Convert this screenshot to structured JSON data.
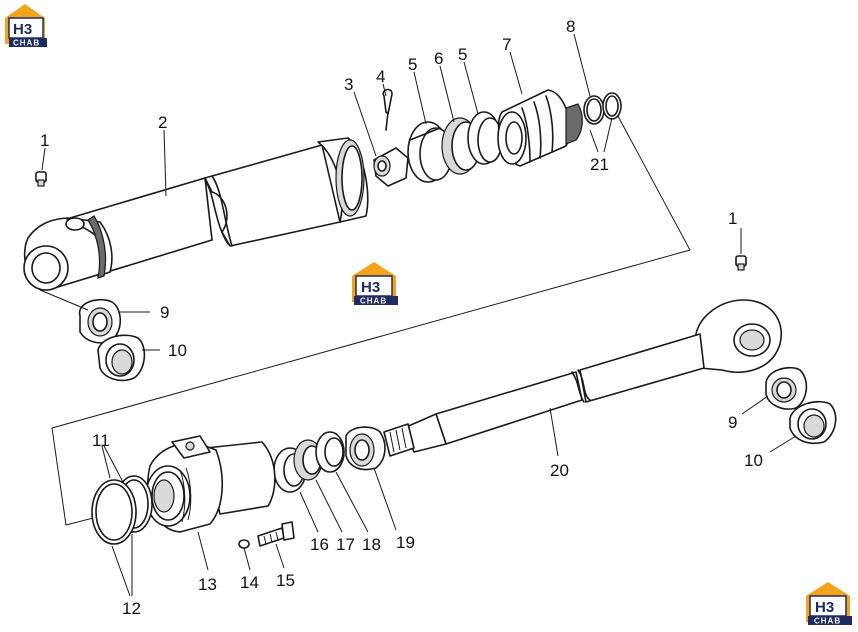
{
  "logo": {
    "mark": "H3",
    "word": "CHAB",
    "house_color": "#f2a41c",
    "text_color": "#1f2b63"
  },
  "callouts": {
    "c1a": "1",
    "c2": "2",
    "c3": "3",
    "c4": "4",
    "c5a": "5",
    "c6": "6",
    "c5b": "5",
    "c7": "7",
    "c8": "8",
    "c21": "21",
    "c9a": "9",
    "c10a": "10",
    "c1b": "1",
    "c9b": "9",
    "c10b": "10",
    "c20": "20",
    "c11": "11",
    "c12": "12",
    "c13": "13",
    "c14": "14",
    "c15": "15",
    "c16": "16",
    "c17": "17",
    "c18": "18",
    "c19": "19"
  }
}
